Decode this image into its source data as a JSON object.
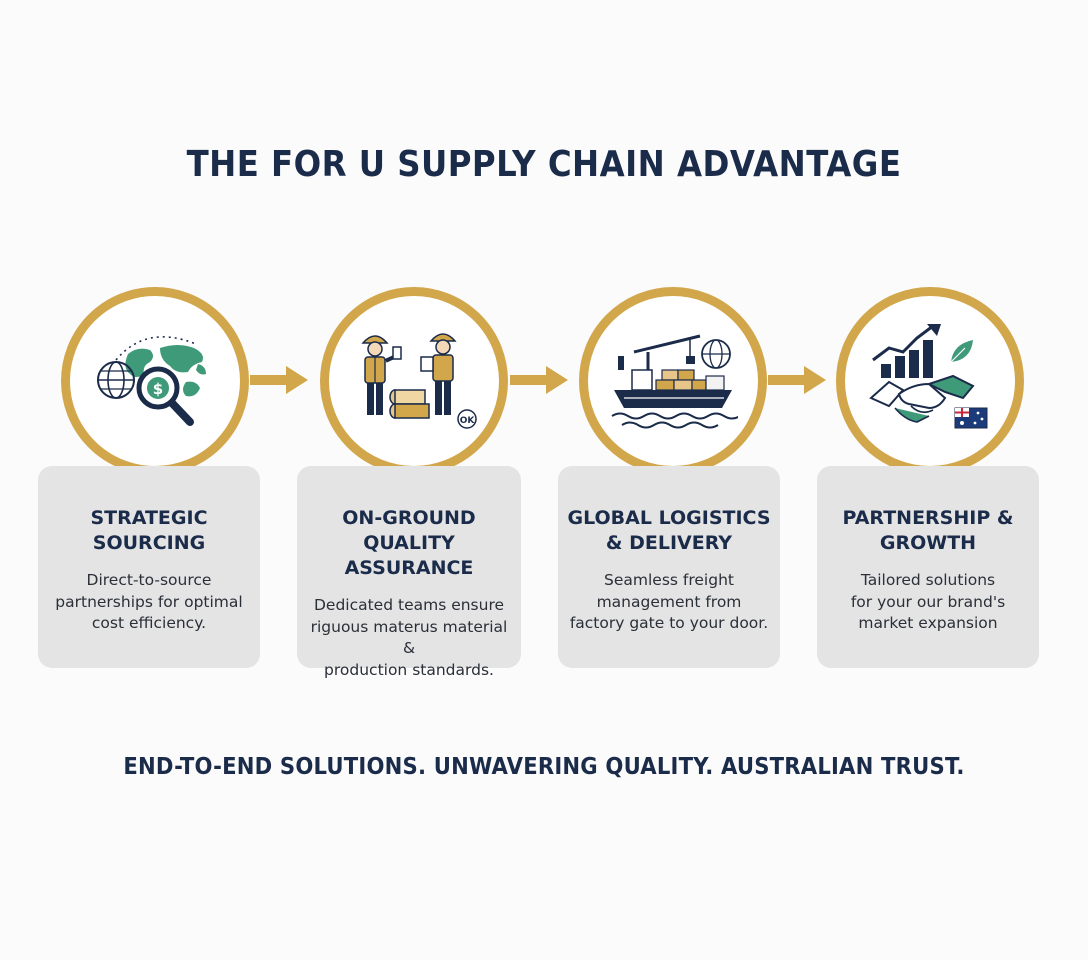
{
  "title": "THE FOR U SUPPLY CHAIN ADVANTAGE",
  "steps": [
    {
      "icon": "globe-magnifier-dollar-icon",
      "title": "STRATEGIC\nSOURCING",
      "description": "Direct-to-source\npartnerships for optimal\ncost efficiency."
    },
    {
      "icon": "quality-inspectors-icon",
      "badge": "OK",
      "title": "ON-GROUND QUALITY\nASSURANCE",
      "description": "Dedicated teams ensure\nriguous materus material &\nproduction standards."
    },
    {
      "icon": "cargo-ship-icon",
      "title": "GLOBAL LOGISTICS\n& DELIVERY",
      "description": "Seamless freight\nmanagement from\nfactory gate to your door."
    },
    {
      "icon": "handshake-growth-icon",
      "title": "PARTNERSHIP &\nGROWTH",
      "description": "Tailored solutions\nfor your our brand's\nmarket expansion"
    }
  ],
  "tagline": "END-TO-END SOLUTIONS. UNWAVERING QUALITY. AUSTRALIAN TRUST.",
  "colors": {
    "navy": "#1b2b4a",
    "gold": "#d2a64a",
    "teal": "#3f9a7a",
    "card": "#e4e4e4",
    "background": "#fbfbfb"
  }
}
